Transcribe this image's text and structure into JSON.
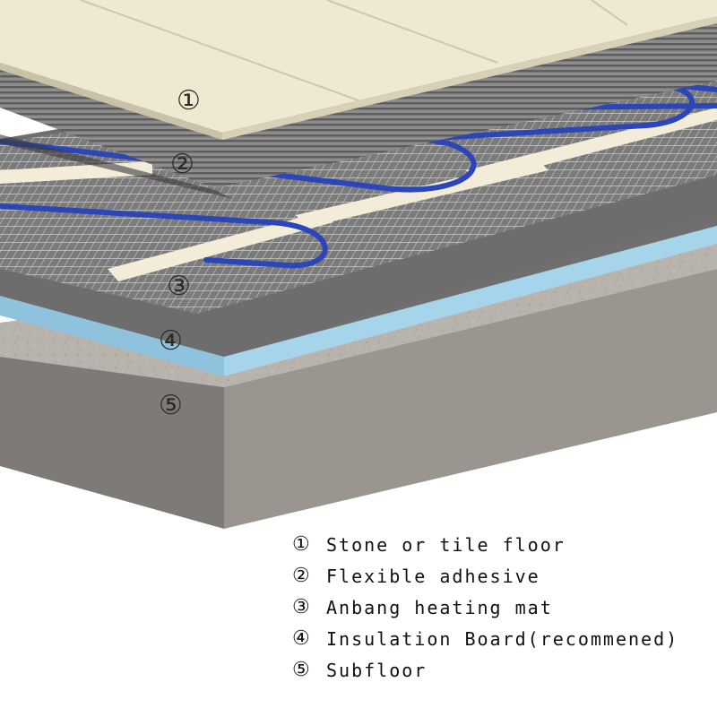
{
  "diagram": {
    "layers": [
      {
        "marker": "①",
        "label": "Stone or tile floor"
      },
      {
        "marker": "②",
        "label": "Flexible adhesive"
      },
      {
        "marker": "③",
        "label": "Anbang heating mat"
      },
      {
        "marker": "④",
        "label": "Insulation Board(recommened)"
      },
      {
        "marker": "⑤",
        "label": "Subfloor"
      }
    ]
  },
  "colors": {
    "tile": "#efe9d2",
    "adhesive": "#8a8a8a",
    "mesh": "#b9b9b9",
    "cable": "#2c45b8",
    "insulation": "#a6d4ea",
    "subfloor": "#b3aea7"
  }
}
